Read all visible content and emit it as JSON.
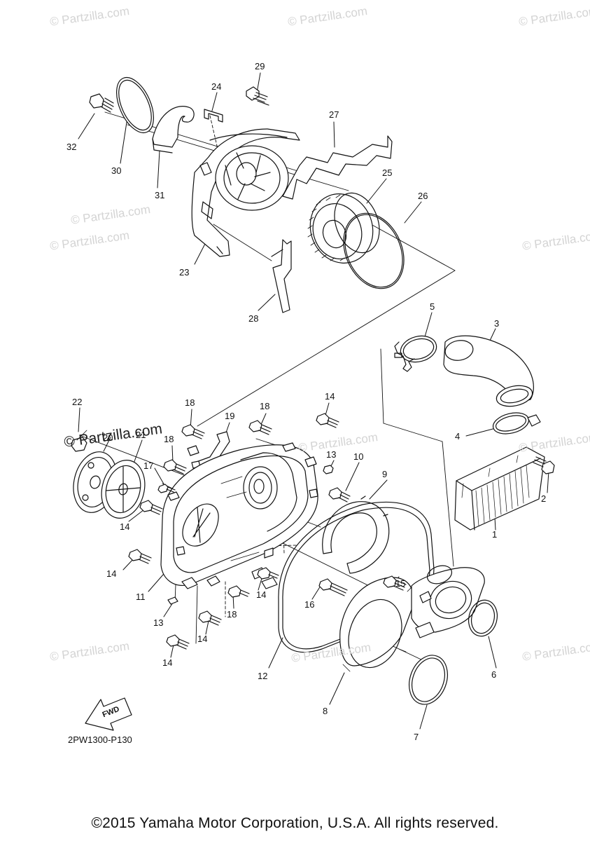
{
  "watermark_text": "© Partzilla.com",
  "fwd_label": "FWD",
  "drawing_code": "2PW1300-P130",
  "copyright": "©2015 Yamaha Motor Corporation, U.S.A. All rights reserved.",
  "callouts": [
    "29",
    "24",
    "32",
    "30",
    "31",
    "27",
    "25",
    "26",
    "23",
    "28",
    "5",
    "3",
    "22",
    "20",
    "21",
    "18",
    "19",
    "18",
    "14",
    "18",
    "17",
    "13",
    "10",
    "9",
    "4",
    "2",
    "1",
    "14",
    "14",
    "11",
    "13",
    "15",
    "16",
    "14",
    "18",
    "14",
    "14",
    "12",
    "6",
    "8",
    "7"
  ]
}
